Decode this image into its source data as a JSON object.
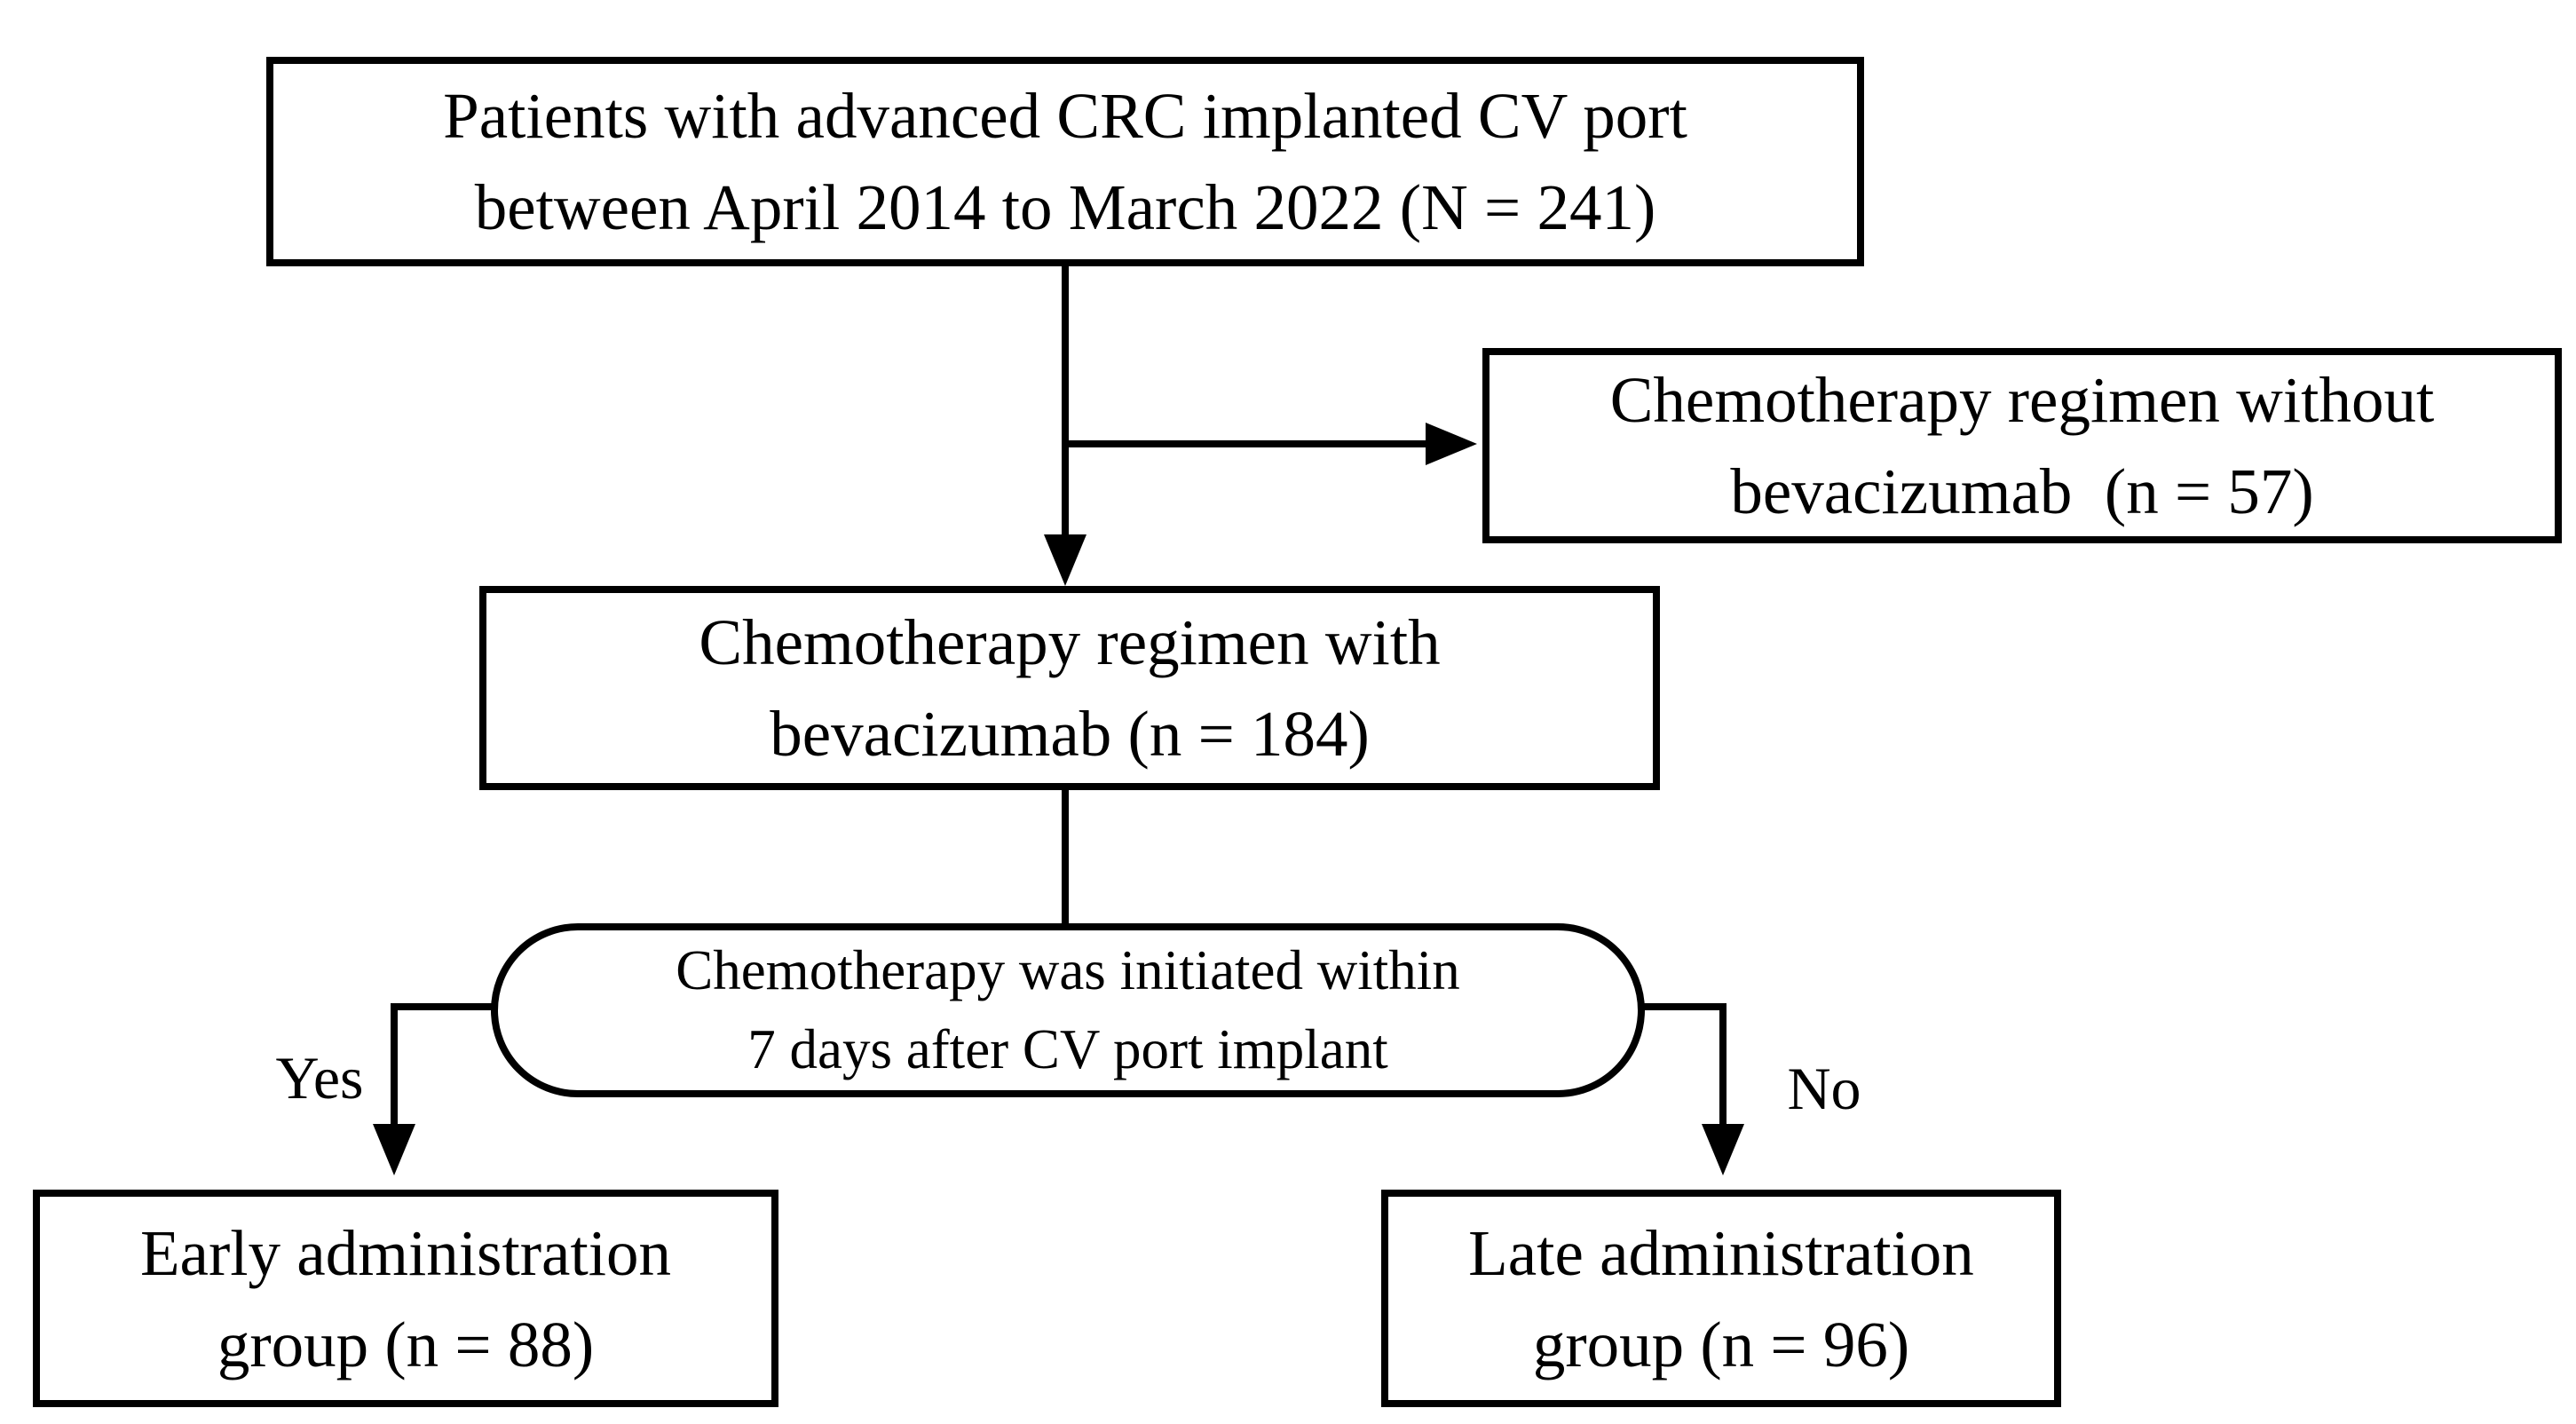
{
  "diagram": {
    "nodes": {
      "population": {
        "shape": "rect",
        "lines": [
          "Patients with advanced CRC implanted CV port",
          "between April 2014 to March 2022 (N = 241)"
        ]
      },
      "excluded": {
        "shape": "rect",
        "lines": [
          "Chemotherapy regimen without",
          "bevacizumab  (n = 57)"
        ]
      },
      "included": {
        "shape": "rect",
        "lines": [
          "Chemotherapy regimen with",
          "bevacizumab (n = 184)"
        ]
      },
      "decision": {
        "shape": "stadium",
        "lines": [
          "Chemotherapy was initiated within",
          "7 days after CV port implant"
        ]
      },
      "early_group": {
        "shape": "rect",
        "lines": [
          "Early administration",
          "group (n = 88)"
        ]
      },
      "late_group": {
        "shape": "rect",
        "lines": [
          "Late administration",
          "group (n = 96)"
        ]
      }
    },
    "branch_labels": {
      "yes": "Yes",
      "no": "No"
    },
    "colors": {
      "stroke": "#000000",
      "background": "#ffffff",
      "text": "#000000"
    }
  }
}
